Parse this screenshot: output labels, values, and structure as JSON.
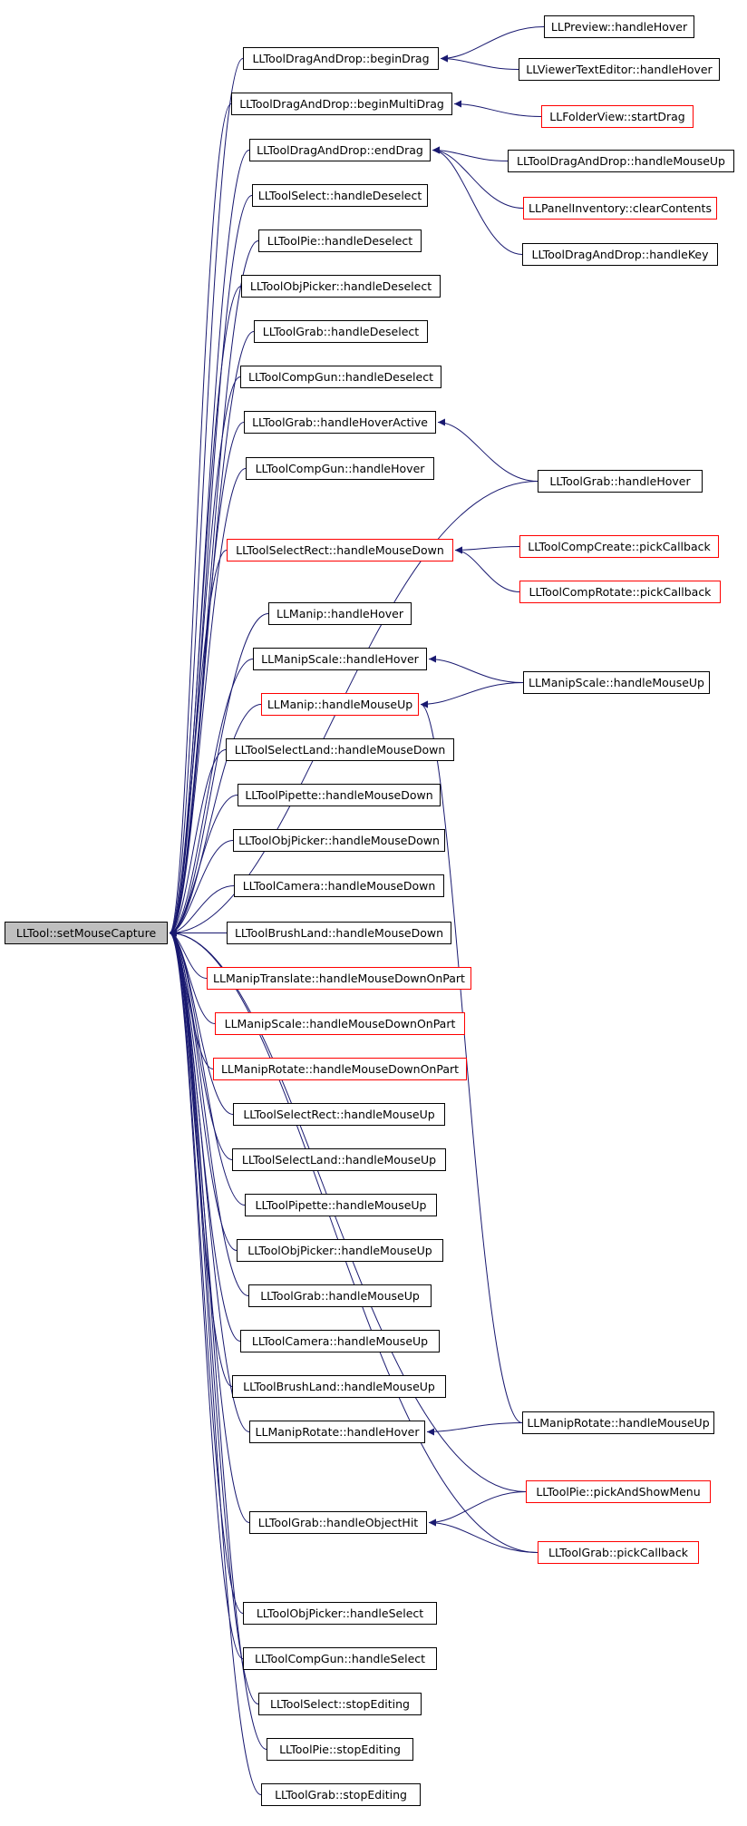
{
  "diagram": {
    "type": "caller-graph",
    "root": "LLTool::setMouseCapture",
    "colors": {
      "edge": "#191970",
      "node_border": "#000000",
      "node_border_incomplete": "#ff0000",
      "root_fill": "#bfbfbf",
      "background": "#ffffff"
    },
    "nodes": [
      {
        "id": "root",
        "label": "LLTool::setMouseCapture",
        "style": "root"
      },
      {
        "id": "dnd_begin",
        "label": "LLToolDragAndDrop::beginDrag",
        "style": "normal"
      },
      {
        "id": "dnd_beginmulti",
        "label": "LLToolDragAndDrop::beginMultiDrag",
        "style": "normal"
      },
      {
        "id": "dnd_end",
        "label": "LLToolDragAndDrop::endDrag",
        "style": "normal"
      },
      {
        "id": "sel_desel",
        "label": "LLToolSelect::handleDeselect",
        "style": "normal"
      },
      {
        "id": "pie_desel",
        "label": "LLToolPie::handleDeselect",
        "style": "normal"
      },
      {
        "id": "objp_desel",
        "label": "LLToolObjPicker::handleDeselect",
        "style": "normal"
      },
      {
        "id": "grab_desel",
        "label": "LLToolGrab::handleDeselect",
        "style": "normal"
      },
      {
        "id": "comp_desel",
        "label": "LLToolCompGun::handleDeselect",
        "style": "normal"
      },
      {
        "id": "grab_hoveract",
        "label": "LLToolGrab::handleHoverActive",
        "style": "normal"
      },
      {
        "id": "comp_hover",
        "label": "LLToolCompGun::handleHover",
        "style": "normal"
      },
      {
        "id": "selrect_down",
        "label": "LLToolSelectRect::handleMouseDown",
        "style": "incomplete"
      },
      {
        "id": "manip_hover",
        "label": "LLManip::handleHover",
        "style": "normal"
      },
      {
        "id": "manipscale_hover",
        "label": "LLManipScale::handleHover",
        "style": "normal"
      },
      {
        "id": "manip_up",
        "label": "LLManip::handleMouseUp",
        "style": "incomplete"
      },
      {
        "id": "selland_down",
        "label": "LLToolSelectLand::handleMouseDown",
        "style": "normal"
      },
      {
        "id": "pip_down",
        "label": "LLToolPipette::handleMouseDown",
        "style": "normal"
      },
      {
        "id": "objp_down",
        "label": "LLToolObjPicker::handleMouseDown",
        "style": "normal"
      },
      {
        "id": "cam_down",
        "label": "LLToolCamera::handleMouseDown",
        "style": "normal"
      },
      {
        "id": "brush_down",
        "label": "LLToolBrushLand::handleMouseDown",
        "style": "normal"
      },
      {
        "id": "mtrans_part",
        "label": "LLManipTranslate::handleMouseDownOnPart",
        "style": "incomplete"
      },
      {
        "id": "mscale_part",
        "label": "LLManipScale::handleMouseDownOnPart",
        "style": "incomplete"
      },
      {
        "id": "mrot_part",
        "label": "LLManipRotate::handleMouseDownOnPart",
        "style": "incomplete"
      },
      {
        "id": "selrect_up",
        "label": "LLToolSelectRect::handleMouseUp",
        "style": "normal"
      },
      {
        "id": "selland_up",
        "label": "LLToolSelectLand::handleMouseUp",
        "style": "normal"
      },
      {
        "id": "pip_up",
        "label": "LLToolPipette::handleMouseUp",
        "style": "normal"
      },
      {
        "id": "objp_up",
        "label": "LLToolObjPicker::handleMouseUp",
        "style": "normal"
      },
      {
        "id": "grab_up",
        "label": "LLToolGrab::handleMouseUp",
        "style": "normal"
      },
      {
        "id": "cam_up",
        "label": "LLToolCamera::handleMouseUp",
        "style": "normal"
      },
      {
        "id": "brush_up",
        "label": "LLToolBrushLand::handleMouseUp",
        "style": "normal"
      },
      {
        "id": "mrot_hover",
        "label": "LLManipRotate::handleHover",
        "style": "normal"
      },
      {
        "id": "grab_objhit",
        "label": "LLToolGrab::handleObjectHit",
        "style": "normal"
      },
      {
        "id": "objp_select",
        "label": "LLToolObjPicker::handleSelect",
        "style": "normal"
      },
      {
        "id": "comp_select",
        "label": "LLToolCompGun::handleSelect",
        "style": "normal"
      },
      {
        "id": "sel_stop",
        "label": "LLToolSelect::stopEditing",
        "style": "normal"
      },
      {
        "id": "pie_stop",
        "label": "LLToolPie::stopEditing",
        "style": "normal"
      },
      {
        "id": "grab_stop",
        "label": "LLToolGrab::stopEditing",
        "style": "normal"
      },
      {
        "id": "preview_hover",
        "label": "LLPreview::handleHover",
        "style": "normal"
      },
      {
        "id": "vte_hover",
        "label": "LLViewerTextEditor::handleHover",
        "style": "normal"
      },
      {
        "id": "folder_drag",
        "label": "LLFolderView::startDrag",
        "style": "incomplete"
      },
      {
        "id": "dnd_mouseup",
        "label": "LLToolDragAndDrop::handleMouseUp",
        "style": "normal"
      },
      {
        "id": "inv_clear",
        "label": "LLPanelInventory::clearContents",
        "style": "incomplete"
      },
      {
        "id": "dnd_key",
        "label": "LLToolDragAndDrop::handleKey",
        "style": "normal"
      },
      {
        "id": "grab_hover",
        "label": "LLToolGrab::handleHover",
        "style": "normal"
      },
      {
        "id": "ccreate_pick",
        "label": "LLToolCompCreate::pickCallback",
        "style": "incomplete"
      },
      {
        "id": "crotate_pick",
        "label": "LLToolCompRotate::pickCallback",
        "style": "incomplete"
      },
      {
        "id": "mscale_up",
        "label": "LLManipScale::handleMouseUp",
        "style": "normal"
      },
      {
        "id": "mrot_up",
        "label": "LLManipRotate::handleMouseUp",
        "style": "normal"
      },
      {
        "id": "pie_pick",
        "label": "LLToolPie::pickAndShowMenu",
        "style": "incomplete"
      },
      {
        "id": "grab_pick",
        "label": "LLToolGrab::pickCallback",
        "style": "incomplete"
      }
    ],
    "edges": [
      {
        "from": "dnd_begin",
        "to": "root"
      },
      {
        "from": "dnd_beginmulti",
        "to": "root"
      },
      {
        "from": "dnd_end",
        "to": "root"
      },
      {
        "from": "sel_desel",
        "to": "root"
      },
      {
        "from": "pie_desel",
        "to": "root"
      },
      {
        "from": "objp_desel",
        "to": "root"
      },
      {
        "from": "grab_desel",
        "to": "root"
      },
      {
        "from": "comp_desel",
        "to": "root"
      },
      {
        "from": "grab_hoveract",
        "to": "root"
      },
      {
        "from": "comp_hover",
        "to": "root"
      },
      {
        "from": "grab_hover",
        "to": "root"
      },
      {
        "from": "selrect_down",
        "to": "root"
      },
      {
        "from": "manip_hover",
        "to": "root"
      },
      {
        "from": "manipscale_hover",
        "to": "root"
      },
      {
        "from": "manip_up",
        "to": "root"
      },
      {
        "from": "selland_down",
        "to": "root"
      },
      {
        "from": "pip_down",
        "to": "root"
      },
      {
        "from": "objp_down",
        "to": "root"
      },
      {
        "from": "cam_down",
        "to": "root"
      },
      {
        "from": "brush_down",
        "to": "root"
      },
      {
        "from": "mtrans_part",
        "to": "root"
      },
      {
        "from": "mscale_part",
        "to": "root"
      },
      {
        "from": "mrot_part",
        "to": "root"
      },
      {
        "from": "selrect_up",
        "to": "root"
      },
      {
        "from": "selland_up",
        "to": "root"
      },
      {
        "from": "pip_up",
        "to": "root"
      },
      {
        "from": "objp_up",
        "to": "root"
      },
      {
        "from": "grab_up",
        "to": "root"
      },
      {
        "from": "cam_up",
        "to": "root"
      },
      {
        "from": "brush_up",
        "to": "root"
      },
      {
        "from": "mrot_hover",
        "to": "root"
      },
      {
        "from": "pie_pick",
        "to": "root"
      },
      {
        "from": "grab_objhit",
        "to": "root"
      },
      {
        "from": "grab_pick",
        "to": "root"
      },
      {
        "from": "objp_select",
        "to": "root"
      },
      {
        "from": "comp_select",
        "to": "root"
      },
      {
        "from": "sel_stop",
        "to": "root"
      },
      {
        "from": "pie_stop",
        "to": "root"
      },
      {
        "from": "grab_stop",
        "to": "root"
      },
      {
        "from": "preview_hover",
        "to": "dnd_begin"
      },
      {
        "from": "vte_hover",
        "to": "dnd_begin"
      },
      {
        "from": "folder_drag",
        "to": "dnd_beginmulti"
      },
      {
        "from": "dnd_mouseup",
        "to": "dnd_end"
      },
      {
        "from": "inv_clear",
        "to": "dnd_end"
      },
      {
        "from": "dnd_key",
        "to": "dnd_end"
      },
      {
        "from": "grab_hover",
        "to": "grab_hoveract"
      },
      {
        "from": "ccreate_pick",
        "to": "selrect_down"
      },
      {
        "from": "crotate_pick",
        "to": "selrect_down"
      },
      {
        "from": "mscale_up",
        "to": "manipscale_hover"
      },
      {
        "from": "mscale_up",
        "to": "manip_up"
      },
      {
        "from": "mrot_up",
        "to": "manip_up"
      },
      {
        "from": "mrot_up",
        "to": "mrot_hover"
      },
      {
        "from": "pie_pick",
        "to": "grab_objhit"
      },
      {
        "from": "grab_pick",
        "to": "grab_objhit"
      }
    ]
  }
}
